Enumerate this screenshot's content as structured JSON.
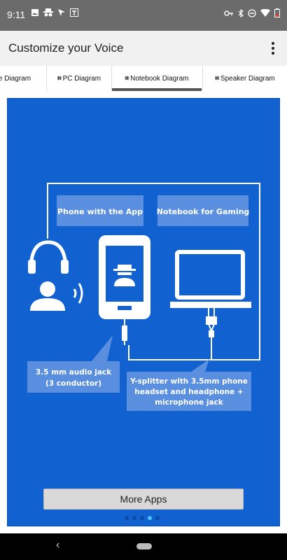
{
  "status_bar": {
    "time": "9:11",
    "left_icons": [
      "image-icon",
      "incognito-icon",
      "cursor-icon",
      "text-icon"
    ],
    "right_icons": [
      "key-icon",
      "bluetooth-icon",
      "minus-circle-icon",
      "wifi-icon",
      "battery-icon"
    ]
  },
  "app_bar": {
    "title": "Customize your Voice"
  },
  "tabs": [
    {
      "label": "e Diagram",
      "hash": ""
    },
    {
      "label": "PC Diagram",
      "hash": "⌗"
    },
    {
      "label": "Notebook Diagram",
      "hash": "⌗",
      "active": true
    },
    {
      "label": "Speaker Diagram",
      "hash": "⌗"
    }
  ],
  "diagram": {
    "phone_label": "Phone with the App",
    "notebook_label": "Notebook for Gaming",
    "jack_label_line1": "3.5 mm audio jack",
    "jack_label_line2": "(3 conductor)",
    "splitter_label_line1": "Y-splitter with 3.5mm phone",
    "splitter_label_line2": "headset and headphone +",
    "splitter_label_line3": "microphone jack"
  },
  "more_apps_button": "More Apps",
  "pager": {
    "count": 5,
    "active_index": 3
  },
  "colors": {
    "panel_blue": "#1162d0",
    "label_box": "#5a8fe0",
    "status_bar": "#6b6b6b",
    "active_dot": "#48c4ff"
  }
}
